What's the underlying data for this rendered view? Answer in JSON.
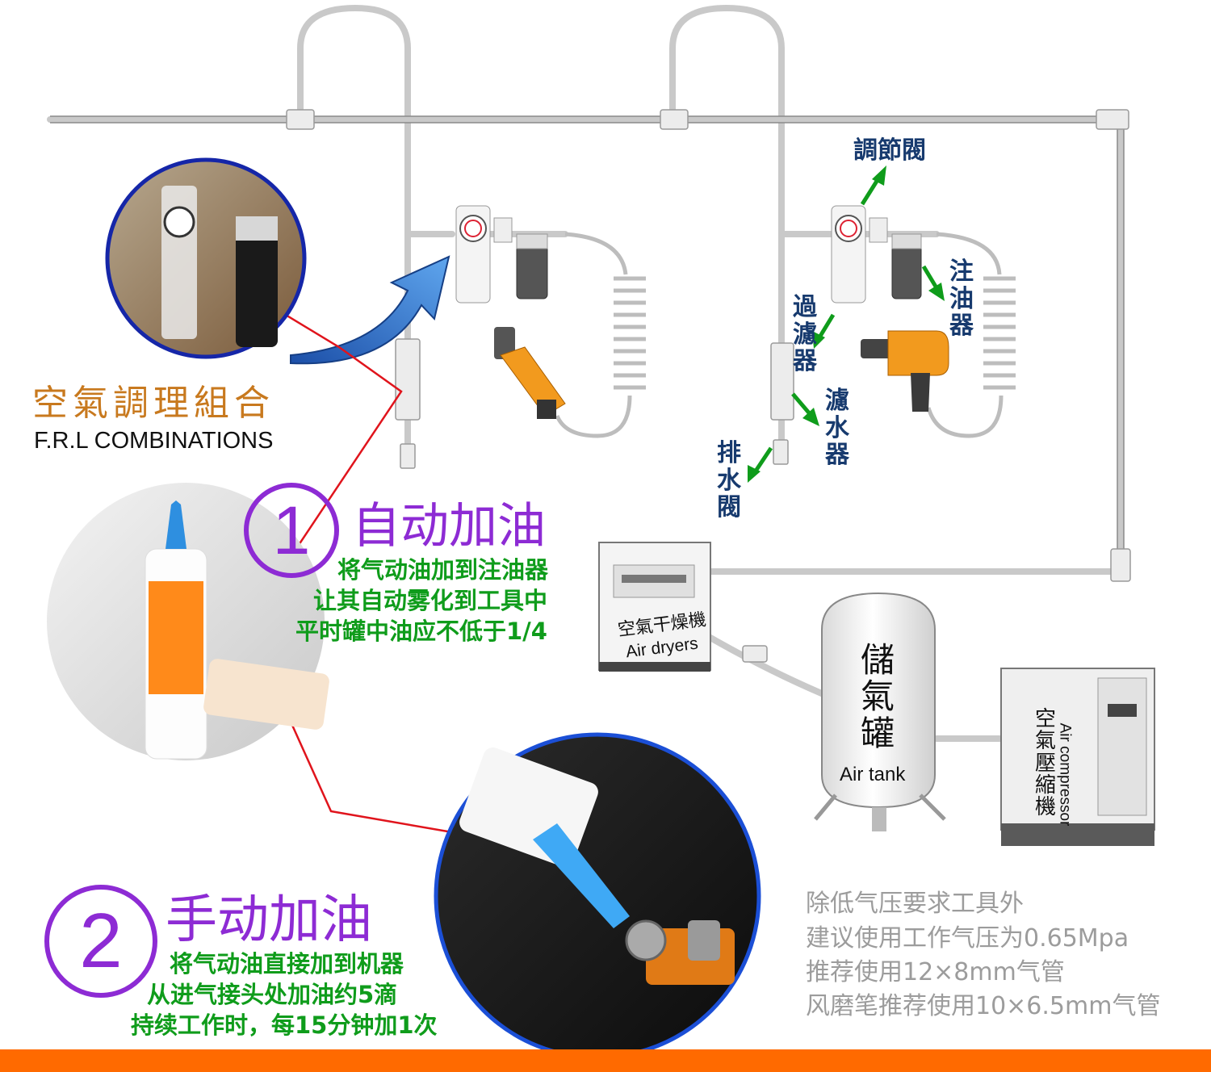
{
  "frl": {
    "title_cn": "空氣調理組合",
    "title_en": "F.R.L COMBINATIONS"
  },
  "components": {
    "regulator": "調節閥",
    "lubricator_chars": [
      "注",
      "油",
      "器"
    ],
    "filter_chars": [
      "過",
      "濾",
      "器"
    ],
    "water_filter_chars": [
      "濾",
      "水",
      "器"
    ],
    "drain_chars": [
      "排",
      "水",
      "閥"
    ]
  },
  "equipment": {
    "dryer_cn": "空氣干燥機",
    "dryer_en": "Air dryers",
    "tank_chars": [
      "儲",
      "氣",
      "罐"
    ],
    "tank_en": "Air tank",
    "compressor_chars": [
      "空",
      "氣",
      "壓",
      "縮",
      "機"
    ],
    "compressor_en": "Air compressor"
  },
  "auto_oiling": {
    "number": "1",
    "title": "自动加油",
    "lines": [
      "将气动油加到注油器",
      "让其自动雾化到工具中",
      "平时罐中油应不低于1/4"
    ]
  },
  "manual_oiling": {
    "number": "2",
    "title": "手动加油",
    "lines": [
      "将气动油直接加到机器",
      "从进气接头处加油约5滴",
      "持续工作时，每15分钟加1次"
    ]
  },
  "notes": [
    "除低气压要求工具外",
    "建议使用工作气压为0.65Mpa",
    "推荐使用12×8mm气管",
    "风磨笔推荐使用10×6.5mm气管"
  ],
  "colors": {
    "purple": "#8d2bd4",
    "green": "#0f9c1b",
    "navy": "#173a6e",
    "orange": "#ff6a00",
    "frl_title": "#c8791e"
  }
}
